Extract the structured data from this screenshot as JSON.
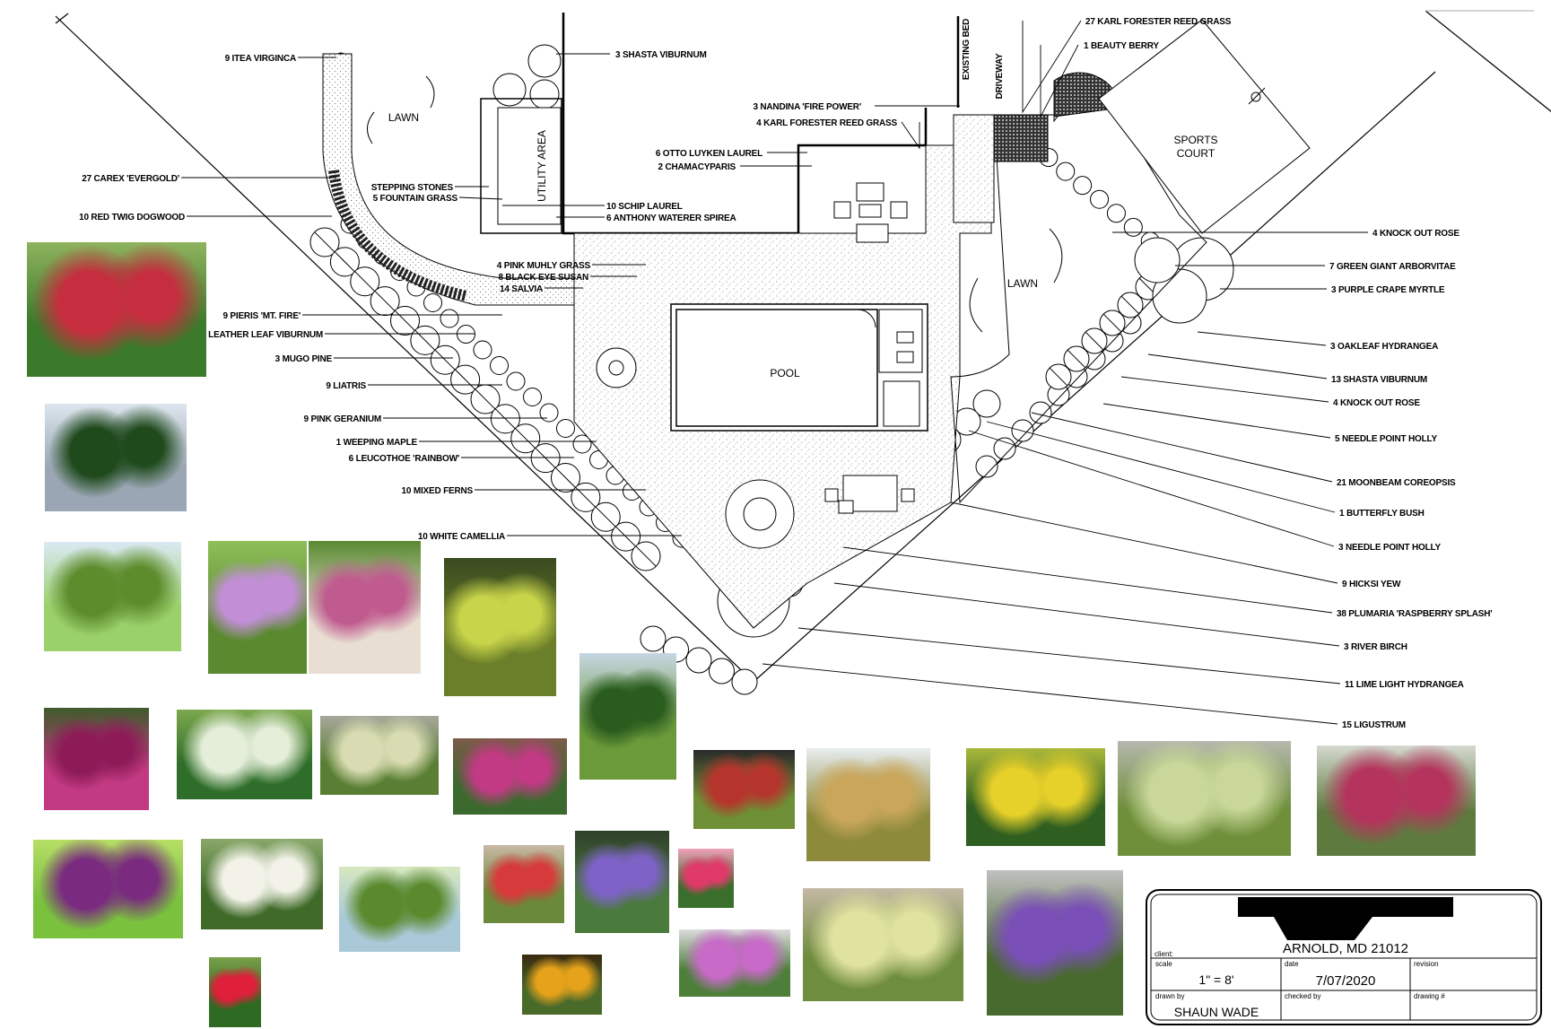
{
  "labels": {
    "left": [
      "9 ITEA VIRGINCA",
      "27 CAREX 'EVERGOLD'",
      "10 RED TWIG DOGWOOD",
      "STEPPING STONES",
      "5 FOUNTAIN GRASS",
      "4 PINK MUHLY GRASS",
      "8 BLACK EYE SUSAN",
      "14 SALVIA",
      "9 PIERIS 'MT. FIRE'",
      "14 LEATHER LEAF VIBURNUM",
      "3 MUGO PINE",
      "9 LIATRIS",
      "9 PINK GERANIUM",
      "1 WEEPING MAPLE",
      "6 LEUCOTHOE 'RAINBOW'",
      "10 MIXED FERNS",
      "10 WHITE CAMELLIA"
    ],
    "top": [
      "3 SHASTA VIBURNUM",
      "10 SCHIP LAUREL",
      "6 ANTHONY WATERER SPIREA",
      "3 NANDINA 'FIRE POWER'",
      "4 KARL FORESTER REED GRASS",
      "6 OTTO LUYKEN LAUREL",
      "2 CHAMACYPARIS",
      "27 KARL FORESTER REED GRASS",
      "1 BEAUTY BERRY"
    ],
    "right": [
      "4 KNOCK OUT ROSE",
      "7 GREEN GIANT ARBORVITAE",
      "3 PURPLE CRAPE MYRTLE",
      "3 OAKLEAF HYDRANGEA",
      "13 SHASTA VIBURNUM",
      "4 KNOCK OUT ROSE",
      "5 NEEDLE POINT HOLLY",
      "21 MOONBEAM COREOPSIS",
      "1 BUTTERFLY BUSH",
      "3 NEEDLE POINT HOLLY",
      "9 HICKSI YEW",
      "38 PLUMARIA 'RASPBERRY SPLASH'",
      "3 RIVER BIRCH",
      "11 LIME LIGHT HYDRANGEA",
      "15 LIGUSTRUM"
    ]
  },
  "areas": {
    "lawn_left": "LAWN",
    "lawn_right": "LAWN",
    "utility": "UTILITY AREA",
    "pool": "POOL",
    "sports_court_line1": "SPORTS",
    "sports_court_line2": "COURT",
    "existing_bed": "EXISTING BED",
    "driveway": "DRIVEWAY"
  },
  "title_block": {
    "client_label": "client:",
    "client_value": "ARNOLD, MD 21012",
    "scale_label": "scale",
    "scale_value": "1\" = 8'",
    "date_label": "date",
    "date_value": "7/07/2020",
    "revision_label": "revision",
    "drawn_by_label": "drawn by",
    "drawn_by_value": "SHAUN WADE",
    "checked_by_label": "checked by",
    "drawing_no_label": "drawing #"
  },
  "photos": [
    {
      "name": "weeping-maple-photo",
      "colors": [
        "#c62d3e",
        "#3c7a2b",
        "#8fb35e"
      ]
    },
    {
      "name": "green-giant-arborvitae-photo",
      "colors": [
        "#1f4a1c",
        "#9aa6b3",
        "#dde6ee"
      ]
    },
    {
      "name": "river-birch-photo",
      "colors": [
        "#5d8c2d",
        "#9bd16b",
        "#dbe9f5"
      ]
    },
    {
      "name": "crape-myrtle-bloom-photo",
      "colors": [
        "#c28fd7",
        "#5a8a2f",
        "#8fbf59"
      ]
    },
    {
      "name": "crape-myrtle-tree-photo",
      "colors": [
        "#c05b8f",
        "#e8dfd2",
        "#5b8a32"
      ]
    },
    {
      "name": "chamaecyparis-photo",
      "colors": [
        "#c8d449",
        "#6b7f2a",
        "#3a4a20"
      ]
    },
    {
      "name": "hicksi-yew-photo",
      "colors": [
        "#2a5c1e",
        "#6b9a3a",
        "#c7d6e3"
      ]
    },
    {
      "name": "butterfly-bush-photo",
      "colors": [
        "#8d1b58",
        "#c23a82",
        "#3f5b2b"
      ]
    },
    {
      "name": "otto-luyken-laurel-photo",
      "colors": [
        "#e4eed8",
        "#2f6e2a",
        "#7da84e"
      ]
    },
    {
      "name": "oakleaf-hydrangea-photo",
      "colors": [
        "#d9dcb2",
        "#5a7f34",
        "#a7a79b"
      ]
    },
    {
      "name": "pink-geranium-photo",
      "colors": [
        "#c23a84",
        "#3c6a2e",
        "#7d5a4a"
      ]
    },
    {
      "name": "nandina-photo",
      "colors": [
        "#b5352c",
        "#6e8f35",
        "#2a2a2a"
      ]
    },
    {
      "name": "karl-forester-grass-photo",
      "colors": [
        "#c9a65a",
        "#8d8a3b",
        "#e8edf0"
      ]
    },
    {
      "name": "moonbeam-coreopsis-photo",
      "colors": [
        "#e6d02a",
        "#2e5e20",
        "#a9b83a"
      ]
    },
    {
      "name": "shasta-viburnum-photo",
      "colors": [
        "#c9d89a",
        "#6f8f3a",
        "#b5b8ad"
      ]
    },
    {
      "name": "pieris-photo",
      "colors": [
        "#b5345d",
        "#5f7a3f",
        "#d5d9d0"
      ]
    },
    {
      "name": "beauty-berry-photo",
      "colors": [
        "#7a2a7f",
        "#7ac23e",
        "#b7de66"
      ]
    },
    {
      "name": "itea-virginica-photo",
      "colors": [
        "#f2f2e8",
        "#3f6a28",
        "#89a86a"
      ]
    },
    {
      "name": "leatherleaf-viburnum-photo",
      "colors": [
        "#5a8a2d",
        "#a9c9d8",
        "#d8e8c0"
      ]
    },
    {
      "name": "red-twig-dogwood-photo",
      "colors": [
        "#d63a3a",
        "#6a8a3a",
        "#c9b8a5"
      ]
    },
    {
      "name": "salvia-blue-photo",
      "colors": [
        "#7e62c7",
        "#4a7a3c",
        "#2f3f2a"
      ]
    },
    {
      "name": "pink-impatiens-photo",
      "colors": [
        "#e03a6a",
        "#3a6e2c",
        "#f0a0b8"
      ]
    },
    {
      "name": "liatris-photo",
      "colors": [
        "#c86ac8",
        "#4d7f3a",
        "#dcdcdc"
      ]
    },
    {
      "name": "knock-out-rose-photo",
      "colors": [
        "#e01f3a",
        "#2f6a22",
        "#7aa04a"
      ]
    },
    {
      "name": "carex-evergold-photo",
      "colors": [
        "#e0e2a0",
        "#6f8d3e",
        "#c5b9a5"
      ]
    },
    {
      "name": "salvia-purple-photo",
      "colors": [
        "#7a4fb8",
        "#496a2e",
        "#c0c0c0"
      ]
    },
    {
      "name": "black-eyed-susan-photo",
      "colors": [
        "#e6a21a",
        "#4a6a2a",
        "#3a2a10"
      ]
    }
  ]
}
